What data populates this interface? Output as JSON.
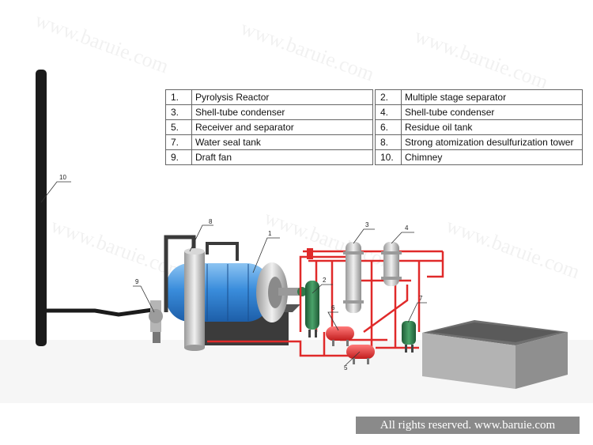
{
  "watermark": "www.baruie.com",
  "legend": [
    [
      {
        "num": "1.",
        "label": "Pyrolysis Reactor"
      },
      {
        "num": "2.",
        "label": "Multiple stage separator"
      }
    ],
    [
      {
        "num": "3.",
        "label": "Shell-tube condenser"
      },
      {
        "num": "4.",
        "label": "Shell-tube condenser"
      }
    ],
    [
      {
        "num": "5.",
        "label": "Receiver and separator"
      },
      {
        "num": "6.",
        "label": "Residue oil tank"
      }
    ],
    [
      {
        "num": "7.",
        "label": "Water seal tank"
      },
      {
        "num": "8.",
        "label": "Strong atomization desulfurization tower"
      }
    ],
    [
      {
        "num": "9.",
        "label": "Draft fan"
      },
      {
        "num": "10.",
        "label": "Chimney"
      }
    ]
  ],
  "callouts": {
    "c1": "1",
    "c2": "2",
    "c3": "3",
    "c4": "4",
    "c5": "5",
    "c6": "6",
    "c7": "7",
    "c8": "8",
    "c9": "9",
    "c10": "10"
  },
  "footer": "All rights reserved. www.baruie.com",
  "colors": {
    "reactor": "#2f7fd0",
    "pipe": "#e02a2a",
    "chimney": "#1b1b1b",
    "steel": "#c8c8c8",
    "tank": "#a3a3a3",
    "green": "#2f7a4a"
  }
}
